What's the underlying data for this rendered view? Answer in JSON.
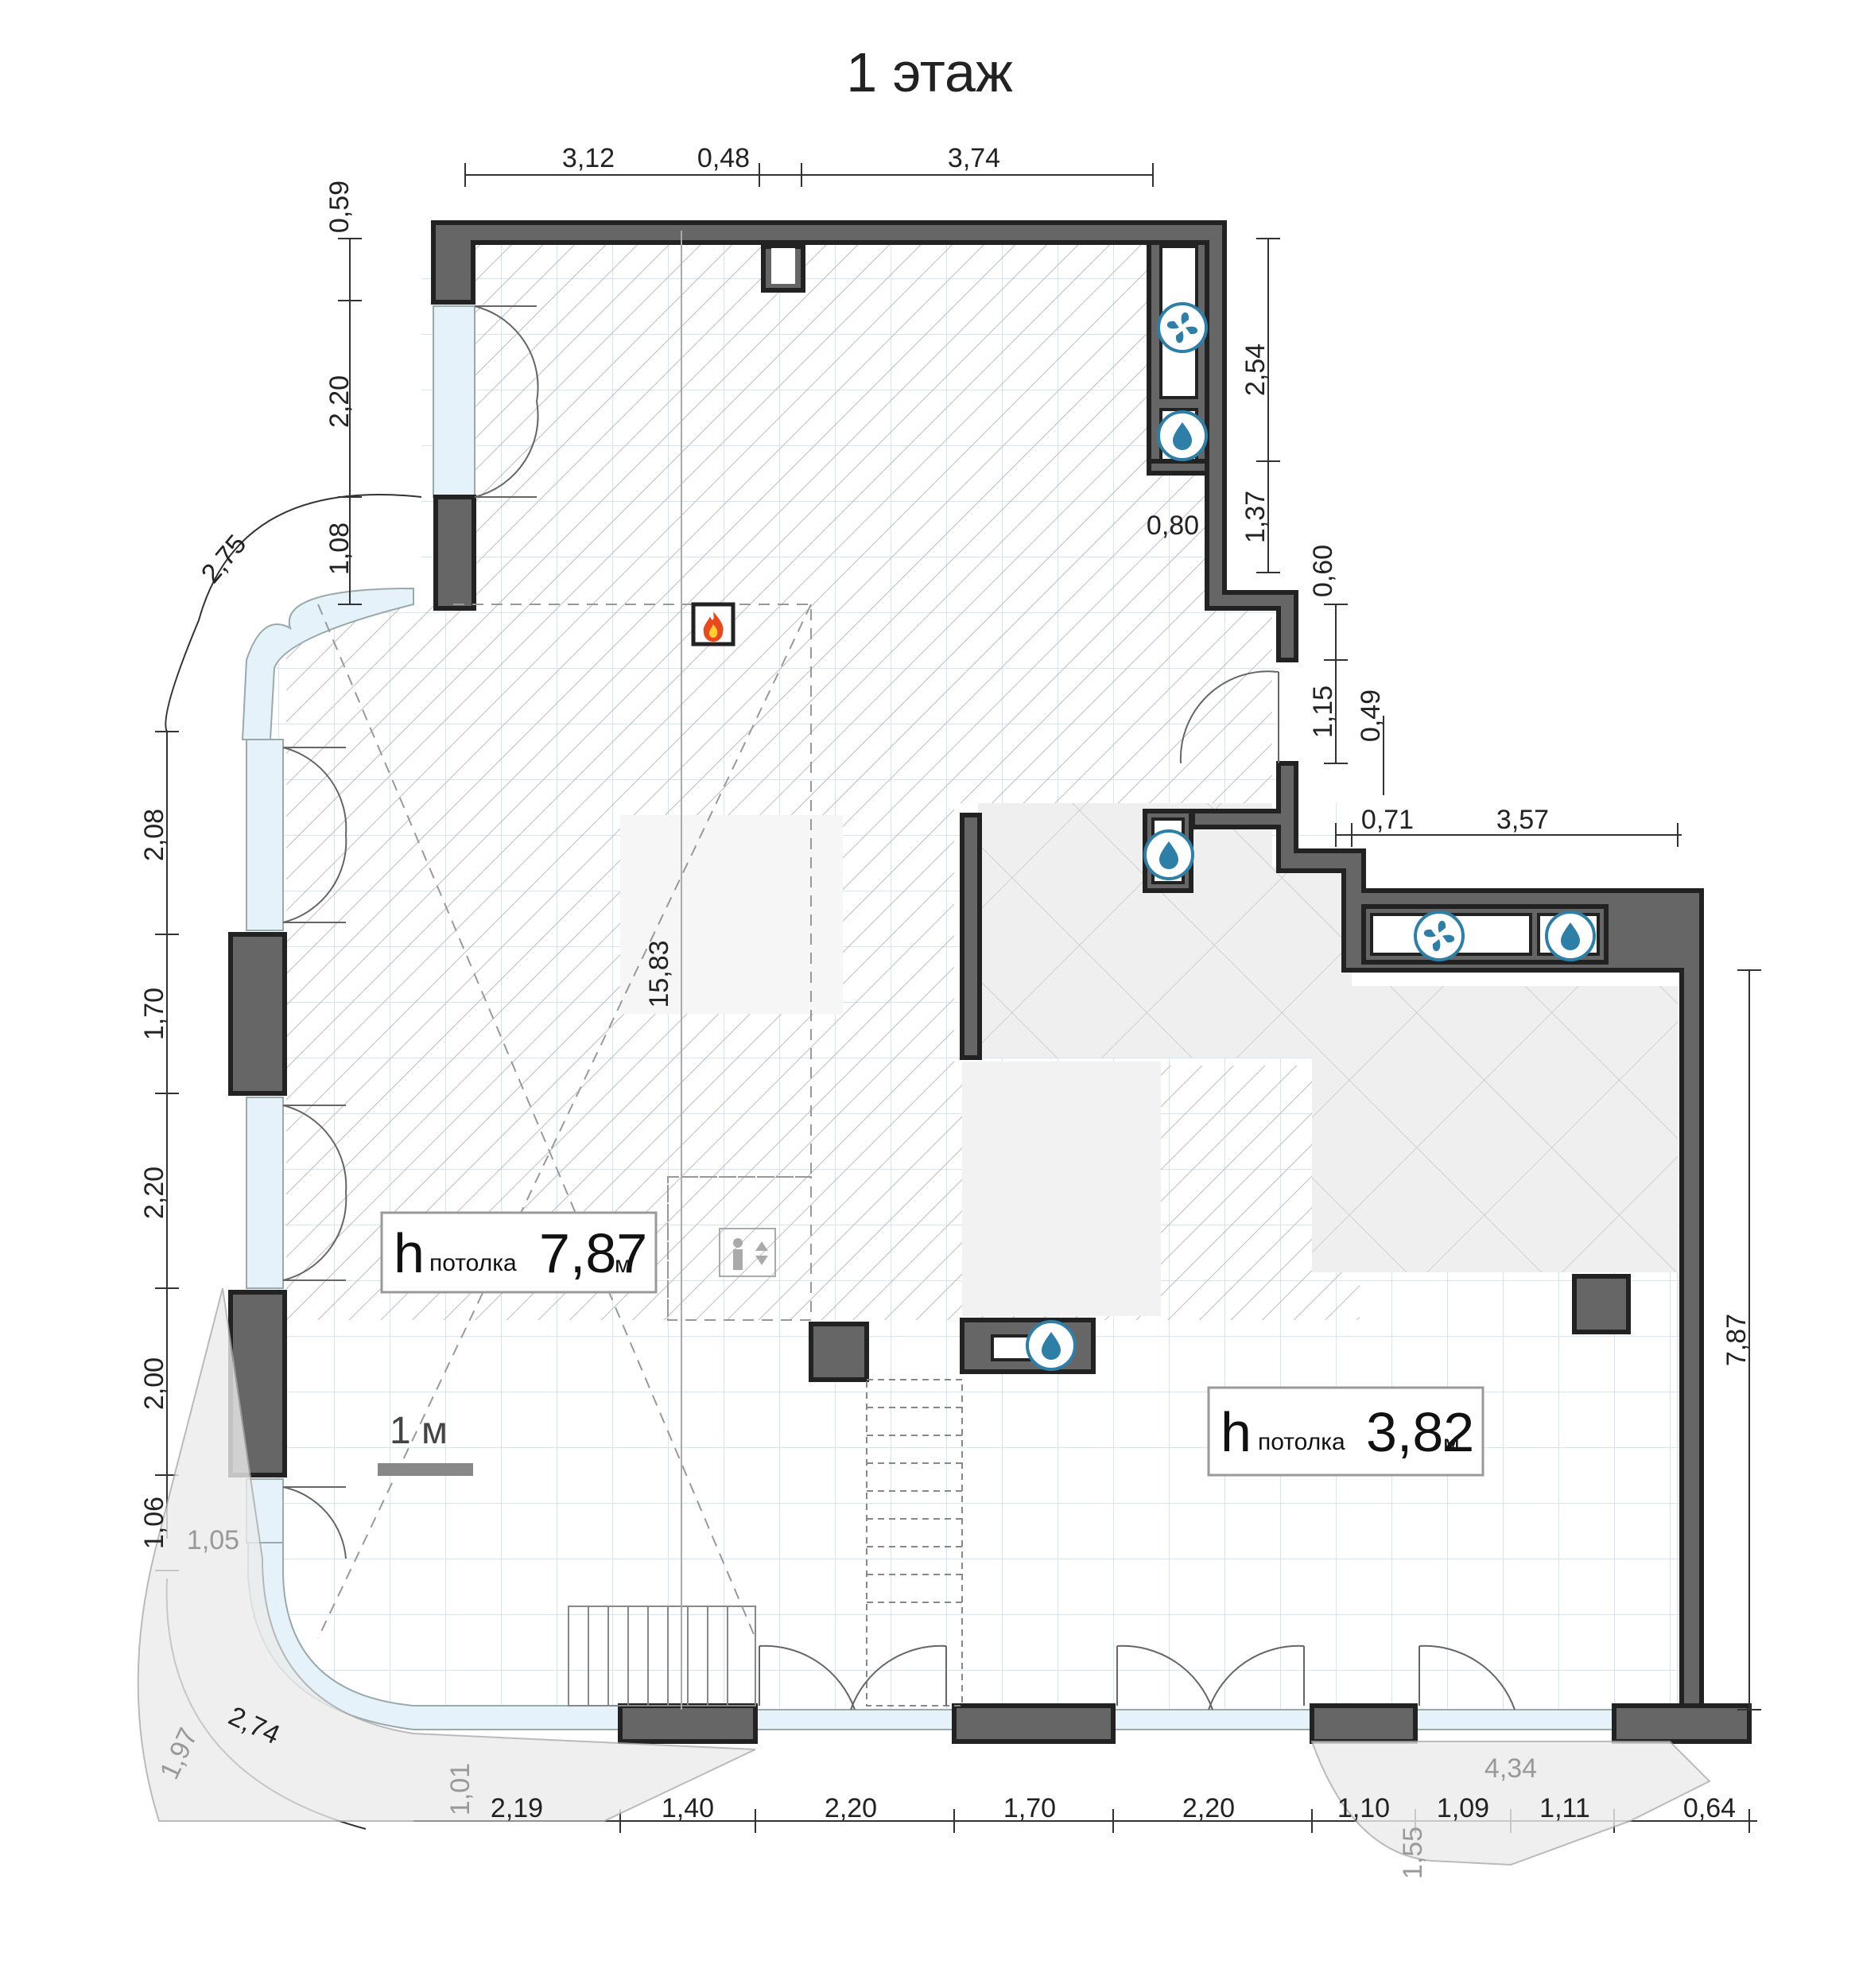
{
  "title": "1 этаж",
  "ceiling": {
    "left": {
      "h": "h",
      "label": "потолка",
      "value": "7,87",
      "unit": "м"
    },
    "right": {
      "h": "h",
      "label": "потолка",
      "value": "3,82",
      "unit": "м"
    }
  },
  "scale_label": "1 м",
  "icons": {
    "fan": "fan-icon",
    "water": "water-drop-icon",
    "fire": "fire-icon",
    "lift": "elevator-icon"
  },
  "colors": {
    "wall": "#666666",
    "window": "#e6f2fa",
    "accent": "#2e7fa8",
    "fire": "#e8491d"
  },
  "dimensions": {
    "top": [
      "3,12",
      "0,48",
      "3,74"
    ],
    "left_top": [
      "0,59",
      "2,20",
      "1,08"
    ],
    "arc_left": "2,75",
    "left": [
      "2,08",
      "1,70",
      "2,20",
      "2,00",
      "1,06"
    ],
    "left_gray": "1,05",
    "right_shaft": [
      "2,54",
      "1,37",
      "0,80"
    ],
    "right_step": [
      "0,60",
      "1,15",
      "0,49"
    ],
    "right_mid": [
      "0,71",
      "3,57"
    ],
    "right_full": "7,87",
    "center_vertical": "15,83",
    "bottom": [
      "2,19",
      "1,40",
      "2,20",
      "1,70",
      "2,20",
      "1,10",
      "1,09",
      "1,11",
      "0,64"
    ],
    "bottom_gray": [
      "1,97",
      "1,01",
      "4,34",
      "1,55"
    ],
    "arc_bottom": "2,74"
  }
}
